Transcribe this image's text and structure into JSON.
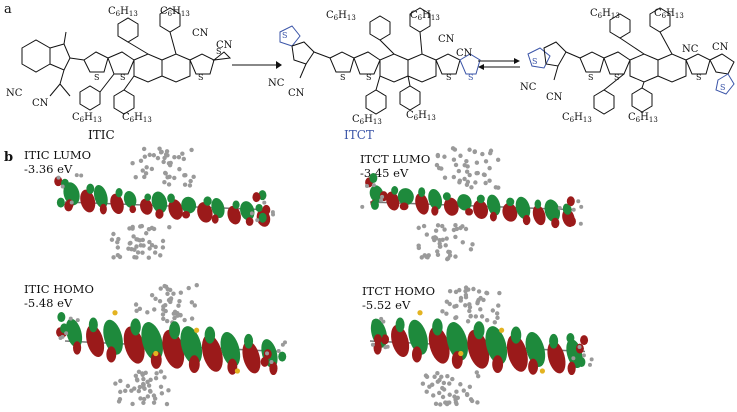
{
  "panel_a": {
    "label": "a",
    "molecules": [
      {
        "name": "ITIC",
        "name_color": "#111111"
      },
      {
        "name": "ITCT",
        "name_color": "#3b55a8"
      }
    ],
    "substituent_main": "C",
    "substituent_sub": "6",
    "substituent_main2": "H",
    "substituent_sub2": "13",
    "cn_label": "CN",
    "nc_label": "NC"
  },
  "panel_b": {
    "label": "b",
    "orbitals": [
      {
        "title": "ITIC LUMO",
        "energy": "-3.36 eV"
      },
      {
        "title": "ITCT LUMO",
        "energy": "-3.45 eV"
      },
      {
        "title": "ITIC HOMO",
        "energy": "-5.48 eV"
      },
      {
        "title": "ITCT HOMO",
        "energy": "-5.52 eV"
      }
    ]
  },
  "colors": {
    "orbital_green": "#1e8a3c",
    "orbital_red": "#9b1a1a",
    "atom_gray": "#9a9a9a",
    "highlight_blue": "#3b55a8",
    "sulfur_yellow": "#e3b321"
  }
}
